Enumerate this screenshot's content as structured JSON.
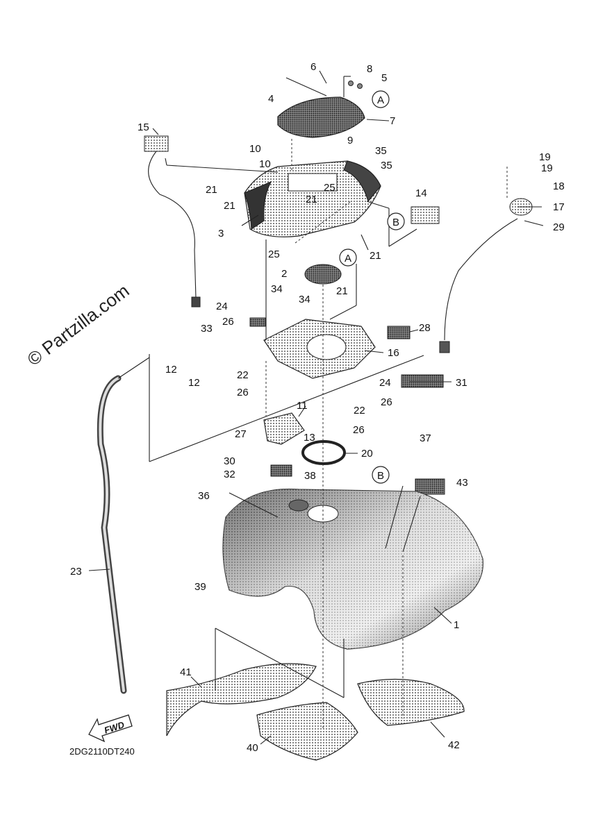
{
  "watermark": "© Partzilla.com",
  "diagram_code": "2DG2110DT240",
  "fwd_label": "FWD",
  "callouts": [
    "A",
    "A",
    "B",
    "B"
  ],
  "labels": [
    "1",
    "2",
    "3",
    "4",
    "5",
    "6",
    "7",
    "8",
    "9",
    "10",
    "10",
    "11",
    "12",
    "12",
    "13",
    "14",
    "15",
    "16",
    "17",
    "18",
    "19",
    "19",
    "20",
    "21",
    "21",
    "21",
    "21",
    "21",
    "22",
    "22",
    "23",
    "24",
    "24",
    "25",
    "25",
    "26",
    "26",
    "26",
    "26",
    "27",
    "28",
    "29",
    "30",
    "31",
    "32",
    "33",
    "34",
    "34",
    "35",
    "35",
    "36",
    "37",
    "38",
    "39",
    "40",
    "41",
    "42",
    "43"
  ],
  "colors": {
    "ink": "#222222",
    "halftone": "#9a9a9a",
    "dark_shade": "#3a3a3a"
  }
}
